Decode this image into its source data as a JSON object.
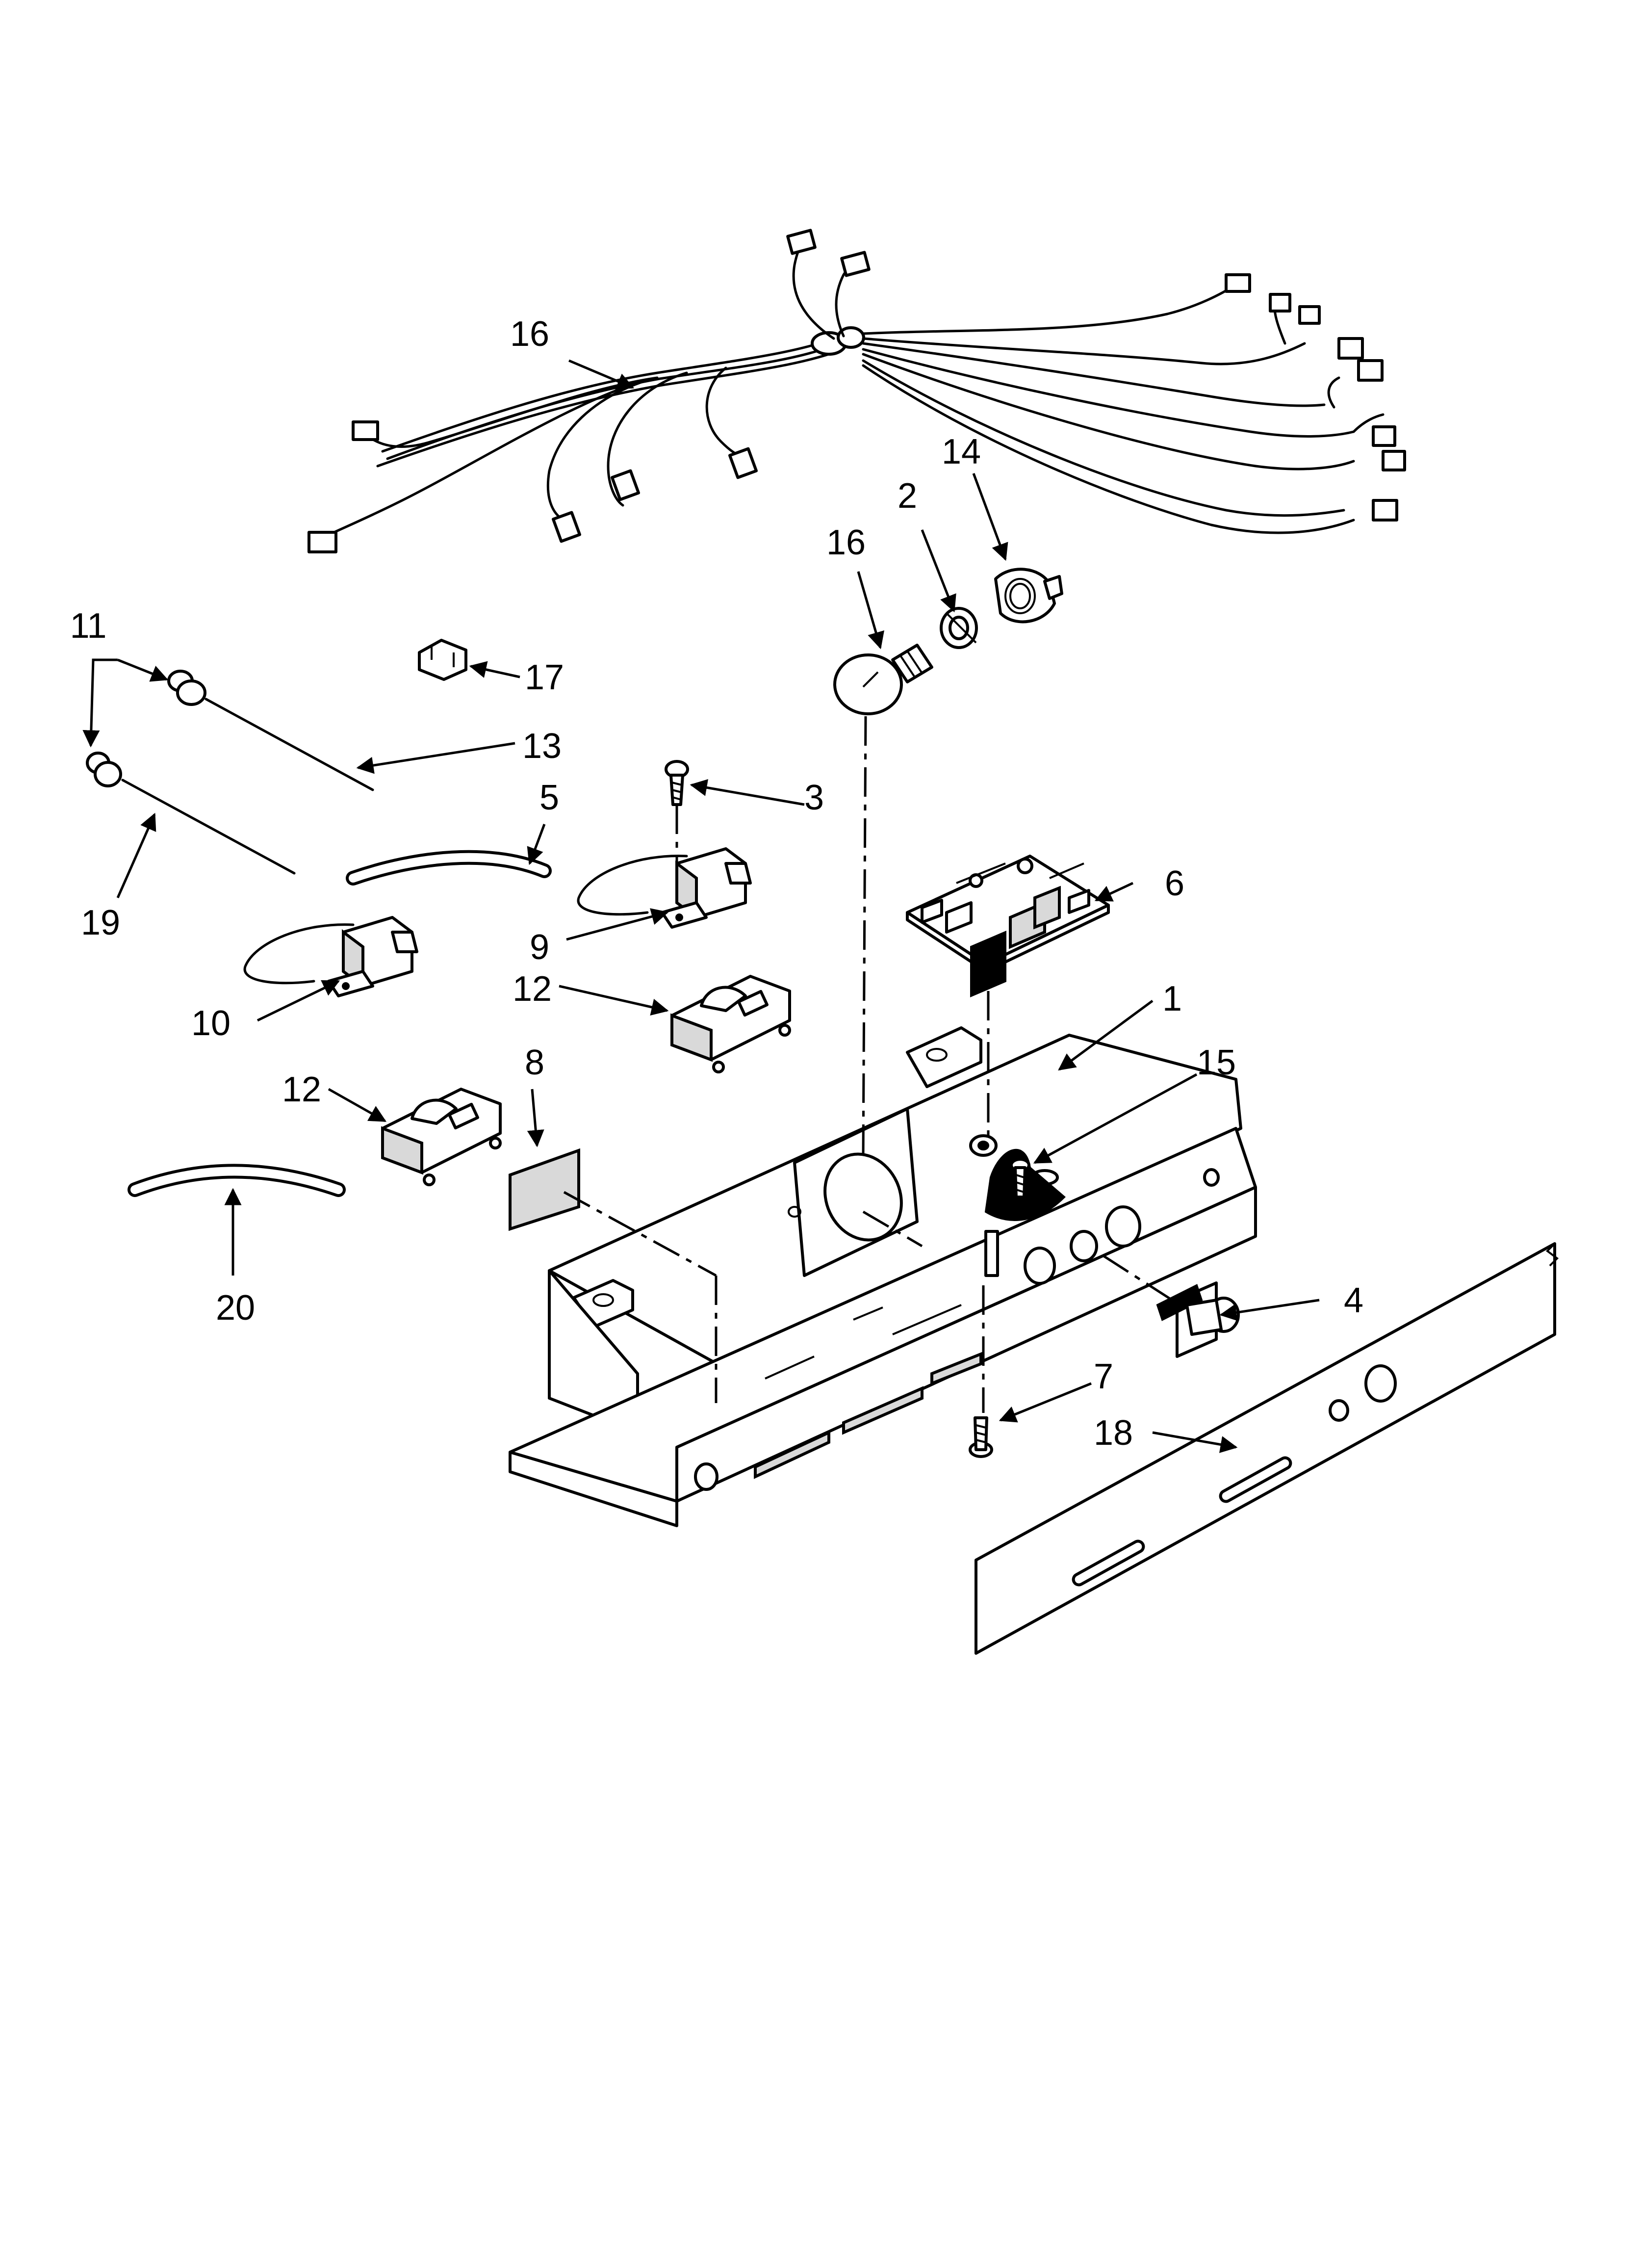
{
  "callouts": {
    "c1": "1",
    "c2": "2",
    "c3": "3",
    "c4": "4",
    "c5": "5",
    "c6": "6",
    "c7": "7",
    "c8": "8",
    "c9": "9",
    "c10": "10",
    "c11": "11",
    "c12a": "12",
    "c12b": "12",
    "c13": "13",
    "c14": "14",
    "c15": "15",
    "c16a": "16",
    "c16b": "16",
    "c17": "17",
    "c18": "18",
    "c19": "19",
    "c20": "20"
  }
}
